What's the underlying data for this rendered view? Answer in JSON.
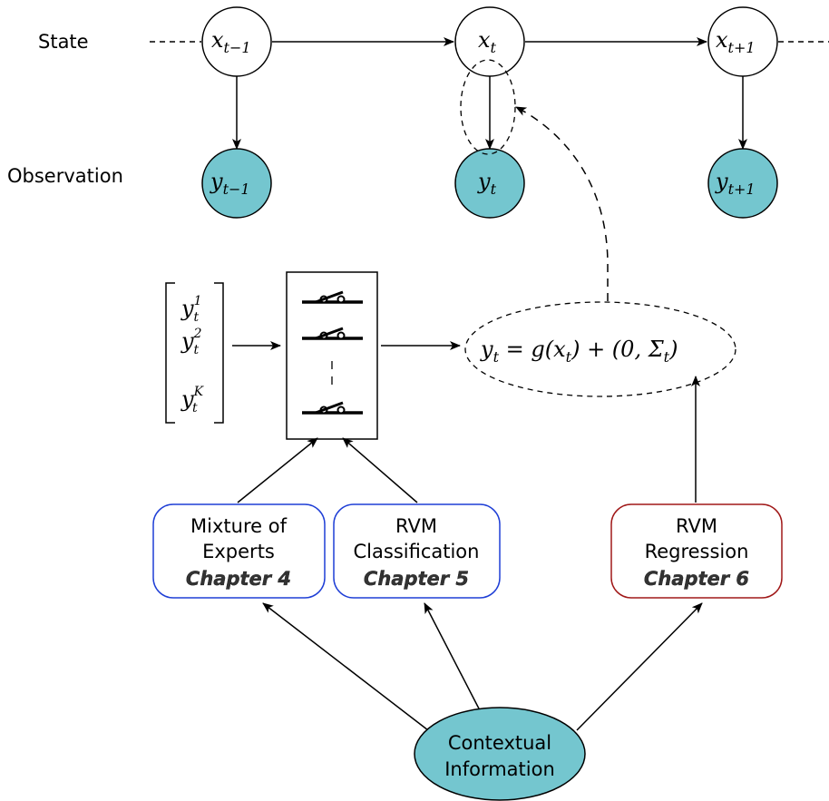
{
  "row_labels": {
    "state": "State",
    "observation": "Observation"
  },
  "state_nodes": [
    {
      "base": "x",
      "sub": "t−1"
    },
    {
      "base": "x",
      "sub": "t"
    },
    {
      "base": "x",
      "sub": "t+1"
    }
  ],
  "observation_nodes": [
    {
      "base": "y",
      "sub": "t−1"
    },
    {
      "base": "y",
      "sub": "t"
    },
    {
      "base": "y",
      "sub": "t+1"
    }
  ],
  "vector": {
    "entries": [
      {
        "base": "y",
        "sub": "t",
        "sup": "1"
      },
      {
        "base": "y",
        "sub": "t",
        "sup": "2"
      },
      {
        "base": "y",
        "sub": "t",
        "sup": "K"
      }
    ]
  },
  "equation": {
    "lhs": "y",
    "lhs_sub": "t",
    "eq": " = g(x",
    "x_sub": "t",
    "mid": ") + (0, Σ",
    "sigma_sub": "t",
    "end": ")"
  },
  "modules": [
    {
      "line1": "Mixture of",
      "line2": "Experts",
      "chapter": "Chapter 4",
      "border": "#1f3fd6"
    },
    {
      "line1": "RVM",
      "line2": "Classification",
      "chapter": "Chapter 5",
      "border": "#1f3fd6"
    },
    {
      "line1": "RVM",
      "line2": "Regression",
      "chapter": "Chapter 6",
      "border": "#a01818"
    }
  ],
  "context": {
    "line1": "Contextual",
    "line2": "Information"
  },
  "colors": {
    "observation_fill": "#74c6cf",
    "context_fill": "#74c6cf",
    "stroke": "#000000"
  }
}
